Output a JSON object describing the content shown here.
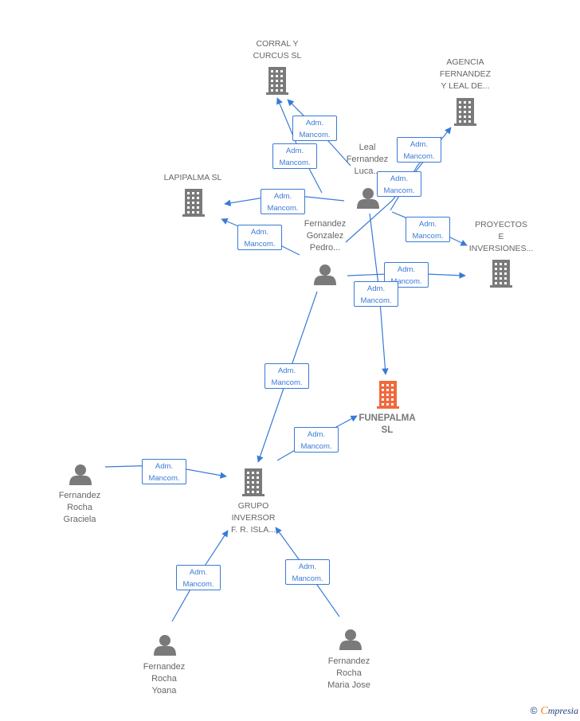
{
  "nodes": {
    "corral": {
      "label": [
        "CORRAL Y",
        "CURCUS SL"
      ],
      "type": "company"
    },
    "agencia": {
      "label": [
        "AGENCIA",
        "FERNANDEZ",
        "Y LEAL DE..."
      ],
      "type": "company"
    },
    "lapipalma": {
      "label": [
        "LAPIPALMA SL"
      ],
      "type": "company"
    },
    "proyectos": {
      "label": [
        "PROYECTOS",
        "E",
        "INVERSIONES..."
      ],
      "type": "company"
    },
    "funepalma": {
      "label": [
        "FUNEPALMA",
        "SL"
      ],
      "type": "company-main"
    },
    "grupo": {
      "label": [
        "GRUPO",
        "INVERSOR",
        "F. R. ISLA..."
      ],
      "type": "company"
    },
    "leal": {
      "label": [
        "Leal",
        "Fernandez",
        "Luca..."
      ],
      "type": "person"
    },
    "pedro": {
      "label": [
        "Fernandez",
        "Gonzalez",
        "Pedro..."
      ],
      "type": "person"
    },
    "graciela": {
      "label": [
        "Fernandez",
        "Rocha",
        "Graciela"
      ],
      "type": "person"
    },
    "yoana": {
      "label": [
        "Fernandez",
        "Rocha",
        "Yoana"
      ],
      "type": "person"
    },
    "mariajose": {
      "label": [
        "Fernandez",
        "Rocha",
        "Maria Jose"
      ],
      "type": "person"
    }
  },
  "relation_label": [
    "Adm.",
    "Mancom."
  ],
  "edges": [
    {
      "from": "leal",
      "to": "corral",
      "label": [
        "Adm.",
        "Mancom."
      ]
    },
    {
      "from": "pedro",
      "to": "corral",
      "label": [
        "Adm.",
        "Mancom."
      ]
    },
    {
      "from": "pedro",
      "to": "agencia",
      "label": [
        "Adm.",
        "Mancom."
      ]
    },
    {
      "from": "leal",
      "to": "agencia",
      "label": [
        "Adm.",
        "Mancom."
      ]
    },
    {
      "from": "leal",
      "to": "lapipalma",
      "label": [
        "Adm.",
        "Mancom."
      ]
    },
    {
      "from": "pedro",
      "to": "lapipalma",
      "label": [
        "Adm.",
        "Mancom."
      ]
    },
    {
      "from": "leal",
      "to": "proyectos",
      "label": [
        "Adm.",
        "Mancom."
      ]
    },
    {
      "from": "pedro",
      "to": "proyectos",
      "label": [
        "Adm.",
        "Mancom."
      ]
    },
    {
      "from": "leal",
      "to": "funepalma",
      "label": [
        "Adm.",
        "Mancom."
      ]
    },
    {
      "from": "pedro",
      "to": "grupo",
      "label": [
        "Adm.",
        "Mancom."
      ]
    },
    {
      "from": "grupo",
      "to": "funepalma",
      "label": [
        "Adm.",
        "Mancom."
      ]
    },
    {
      "from": "graciela",
      "to": "grupo",
      "label": [
        "Adm.",
        "Mancom."
      ]
    },
    {
      "from": "yoana",
      "to": "grupo",
      "label": [
        "Adm.",
        "Mancom."
      ]
    },
    {
      "from": "mariajose",
      "to": "grupo",
      "label": [
        "Adm.",
        "Mancom."
      ]
    }
  ],
  "footer": {
    "copyright": "©",
    "brand_initial": "C",
    "brand_rest": "mpresia"
  },
  "colors": {
    "company": "#7a7a7a",
    "main": "#f06a3c",
    "person": "#7a7a7a",
    "edge": "#3a7ad6"
  }
}
